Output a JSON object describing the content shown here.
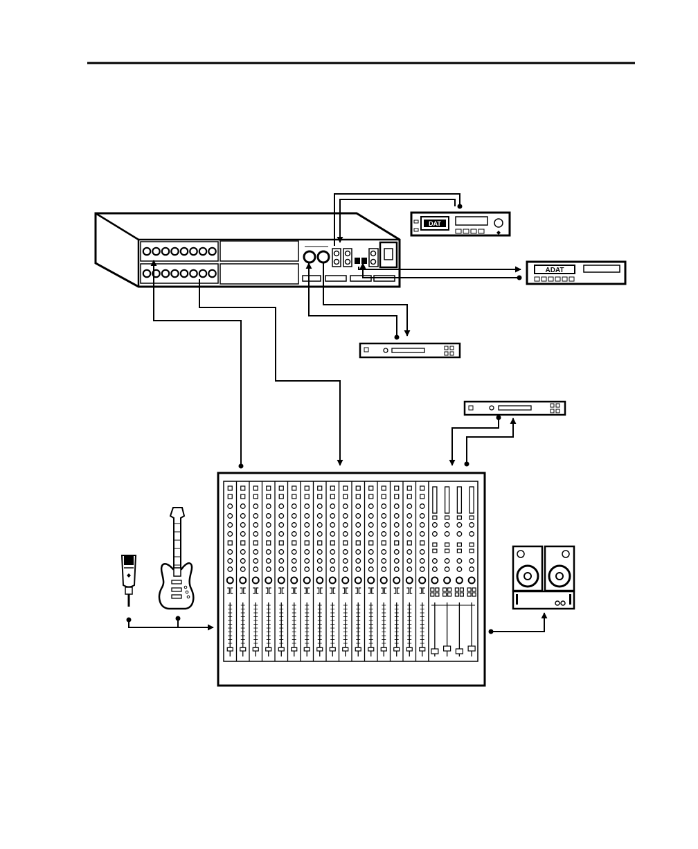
{
  "diagram": {
    "devices": {
      "interface": {
        "kind": "rear-panel audio interface"
      },
      "dat": {
        "label": "DAT"
      },
      "adat": {
        "label": "ADAT"
      },
      "effects_unit_1": {
        "kind": "rack effects processor"
      },
      "effects_unit_2": {
        "kind": "rack effects processor"
      },
      "mixer": {
        "input_channels": 16,
        "sub_channels": 4
      },
      "microphone": {
        "kind": "microphone"
      },
      "guitar": {
        "kind": "electric guitar"
      },
      "monitors": {
        "kind": "monitor speakers with amplifier"
      }
    },
    "connections": [
      {
        "from": "interface",
        "to": "dat"
      },
      {
        "from": "dat",
        "to": "interface"
      },
      {
        "from": "interface",
        "to": "adat"
      },
      {
        "from": "adat",
        "to": "interface"
      },
      {
        "from": "interface",
        "to": "effects_unit_1"
      },
      {
        "from": "effects_unit_1",
        "to": "interface"
      },
      {
        "from": "mixer",
        "to": "interface"
      },
      {
        "from": "interface",
        "to": "mixer"
      },
      {
        "from": "mixer",
        "to": "effects_unit_2"
      },
      {
        "from": "effects_unit_2",
        "to": "mixer"
      },
      {
        "from": "microphone",
        "to": "mixer"
      },
      {
        "from": "guitar",
        "to": "mixer"
      },
      {
        "from": "mixer",
        "to": "monitors"
      }
    ]
  },
  "colors": {
    "ink": "#000000",
    "paper": "#ffffff"
  }
}
